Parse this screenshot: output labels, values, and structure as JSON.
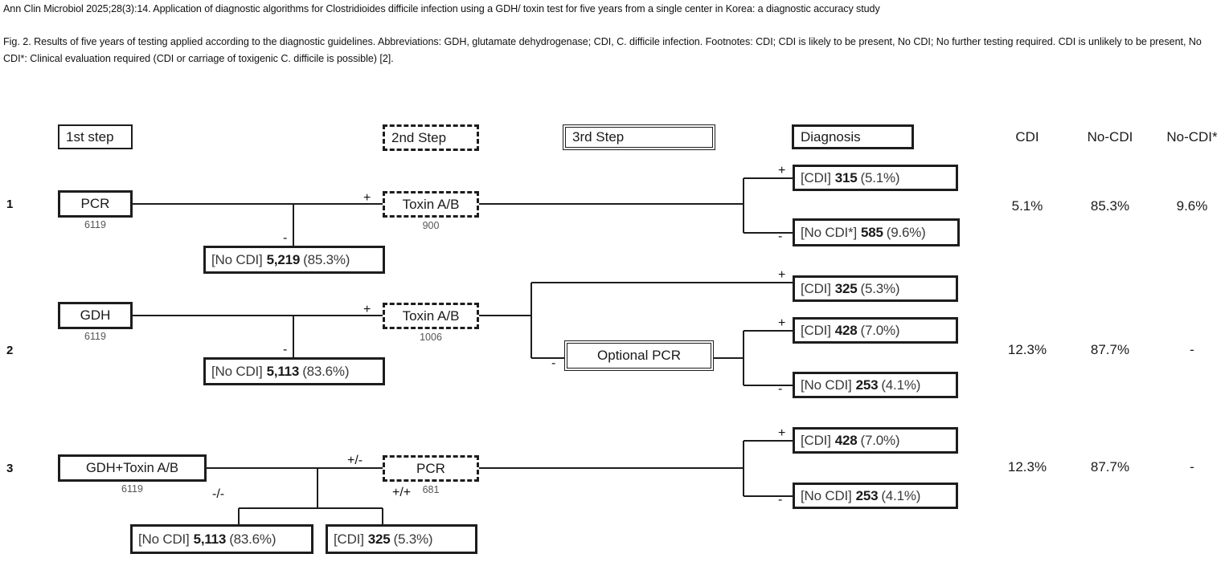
{
  "caption": {
    "journal_line": "Ann Clin Microbiol 2025;28(3):14. Application of diagnostic algorithms for Clostridioides difficile infection using a GDH/ toxin test for five years from a single center in Korea: a diagnostic accuracy study",
    "figure_text": "Fig. 2. Results of five years of testing applied according to the diagnostic guidelines. Abbreviations: GDH, glutamate dehydrogenase; CDI, C. difficile infection. Footnotes: CDI; CDI is likely to be present, No CDI; No further testing required. CDI is unlikely to be present, No CDI*: Clinical evaluation required (CDI or carriage of toxigenic C. difficile is possible) [2]."
  },
  "headers": {
    "step1": "1st step",
    "step2": "2nd Step",
    "step3": "3rd Step",
    "diagnosis": "Diagnosis",
    "col_cdi": "CDI",
    "col_nocdi": "No-CDI",
    "col_nocdi_star": "No-CDI*"
  },
  "rows": [
    {
      "number": "1",
      "step1_label": "PCR",
      "step1_count": "6119",
      "step1_branch_sign": "-",
      "step1_branch_outcome": {
        "tag": "[No CDI]",
        "num": "5,219",
        "pct": "(85.3%)"
      },
      "edge_to_step2_sign": "+",
      "step2_label": "Toxin A/B",
      "step2_count": "900",
      "outcomes": [
        {
          "sign": "+",
          "tag": "[CDI]",
          "num": "315",
          "pct": "(5.1%)"
        },
        {
          "sign": "-",
          "tag": "[No CDI*]",
          "num": "585",
          "pct": "(9.6%)"
        }
      ],
      "summary": {
        "cdi": "5.1%",
        "nocdi": "85.3%",
        "nocdi_star": "9.6%"
      }
    },
    {
      "number": "2",
      "step1_label": "GDH",
      "step1_count": "6119",
      "step1_branch_sign": "-",
      "step1_branch_outcome": {
        "tag": "[No CDI]",
        "num": "5,113",
        "pct": "(83.6%)"
      },
      "edge_to_step2_sign": "+",
      "step2_label": "Toxin A/B",
      "step2_count": "1006",
      "step3_label": "Optional PCR",
      "step3_sign": "-",
      "step2_plus_sign": "+",
      "outcomes": [
        {
          "sign": "+",
          "tag": "[CDI]",
          "num": "325",
          "pct": "(5.3%)"
        },
        {
          "sign": "+",
          "tag": "[CDI]",
          "num": "428",
          "pct": "(7.0%)"
        },
        {
          "sign": "-",
          "tag": "[No CDI]",
          "num": "253",
          "pct": "(4.1%)"
        }
      ],
      "summary": {
        "cdi": "12.3%",
        "nocdi": "87.7%",
        "nocdi_star": "-"
      }
    },
    {
      "number": "3",
      "step1_label_a": "GDH+",
      "step1_label_b": "Toxin A/B",
      "step1_count": "6119",
      "edge_to_step2_sign": "+/-",
      "step2_label": "PCR",
      "step2_count": "681",
      "left_branch_sign": "-/-",
      "right_branch_sign": "+/+",
      "left_branch_outcome": {
        "tag": "[No CDI]",
        "num": "5,113",
        "pct": "(83.6%)"
      },
      "right_branch_outcome": {
        "tag": "[CDI]",
        "num": "325",
        "pct": "(5.3%)"
      },
      "outcomes": [
        {
          "sign": "+",
          "tag": "[CDI]",
          "num": "428",
          "pct": "(7.0%)"
        },
        {
          "sign": "-",
          "tag": "[No CDI]",
          "num": "253",
          "pct": "(4.1%)"
        }
      ],
      "summary": {
        "cdi": "12.3%",
        "nocdi": "87.7%",
        "nocdi_star": "-"
      }
    }
  ],
  "colors": {
    "ink": "#1d1d1d",
    "muted": "#555555",
    "background": "#ffffff"
  }
}
